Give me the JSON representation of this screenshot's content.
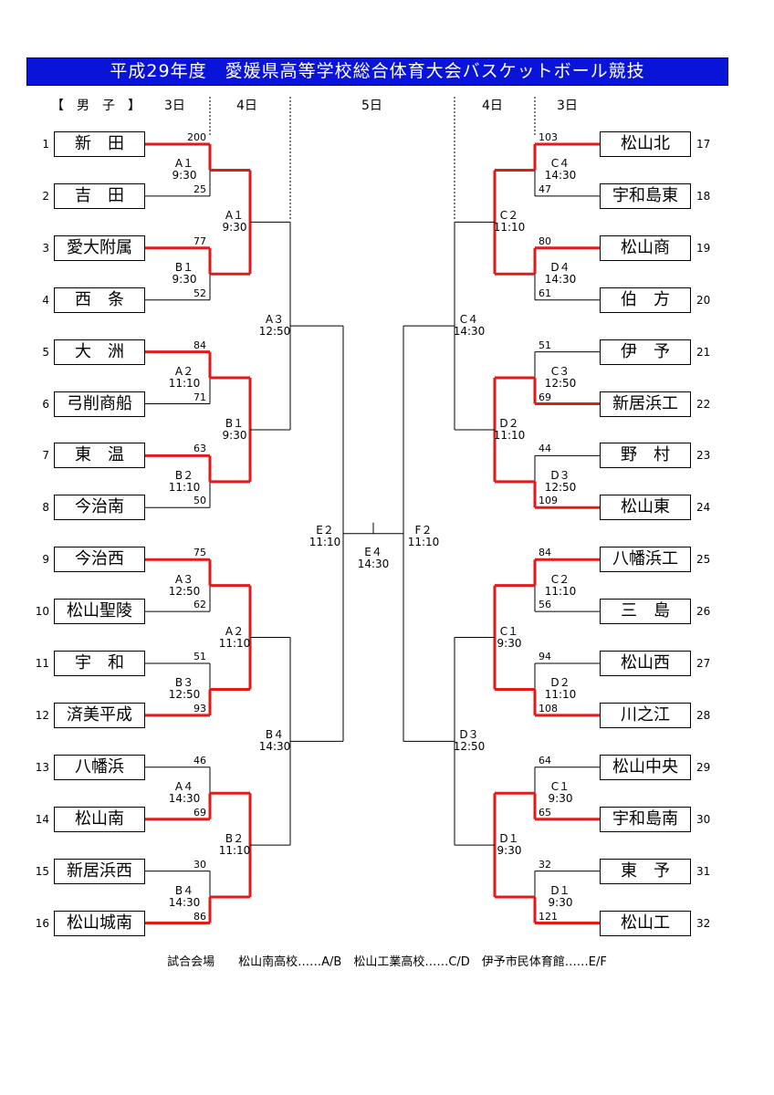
{
  "title": "平成29年度　愛媛県高等学校総合体育大会バスケットボール競技",
  "header": {
    "division": "【　男　子　】",
    "day3_left": "3日",
    "day4_left": "4日",
    "day5": "5日",
    "day4_right": "4日",
    "day3_right": "3日"
  },
  "left_teams": [
    {
      "seed": "1",
      "name": "新　田"
    },
    {
      "seed": "2",
      "name": "吉　田"
    },
    {
      "seed": "3",
      "name": "愛大附属"
    },
    {
      "seed": "4",
      "name": "西　条"
    },
    {
      "seed": "5",
      "name": "大　洲"
    },
    {
      "seed": "6",
      "name": "弓削商船"
    },
    {
      "seed": "7",
      "name": "東　温"
    },
    {
      "seed": "8",
      "name": "今治南"
    },
    {
      "seed": "9",
      "name": "今治西"
    },
    {
      "seed": "10",
      "name": "松山聖陵"
    },
    {
      "seed": "11",
      "name": "宇　和"
    },
    {
      "seed": "12",
      "name": "済美平成"
    },
    {
      "seed": "13",
      "name": "八幡浜"
    },
    {
      "seed": "14",
      "name": "松山南"
    },
    {
      "seed": "15",
      "name": "新居浜西"
    },
    {
      "seed": "16",
      "name": "松山城南"
    }
  ],
  "right_teams": [
    {
      "seed": "17",
      "name": "松山北"
    },
    {
      "seed": "18",
      "name": "宇和島東"
    },
    {
      "seed": "19",
      "name": "松山商"
    },
    {
      "seed": "20",
      "name": "伯　方"
    },
    {
      "seed": "21",
      "name": "伊　予"
    },
    {
      "seed": "22",
      "name": "新居浜工"
    },
    {
      "seed": "23",
      "name": "野　村"
    },
    {
      "seed": "24",
      "name": "松山東"
    },
    {
      "seed": "25",
      "name": "八幡浜工"
    },
    {
      "seed": "26",
      "name": "三　島"
    },
    {
      "seed": "27",
      "name": "松山西"
    },
    {
      "seed": "28",
      "name": "川之江"
    },
    {
      "seed": "29",
      "name": "松山中央"
    },
    {
      "seed": "30",
      "name": "宇和島南"
    },
    {
      "seed": "31",
      "name": "東　予"
    },
    {
      "seed": "32",
      "name": "松山工"
    }
  ],
  "left_r1": [
    {
      "label": "A１\n9:30",
      "top": "200",
      "bottom": "25",
      "winner": 0
    },
    {
      "label": "B１\n9:30",
      "top": "77",
      "bottom": "52",
      "winner": 0
    },
    {
      "label": "A２\n11:10",
      "top": "84",
      "bottom": "71",
      "winner": 0
    },
    {
      "label": "B２\n11:10",
      "top": "63",
      "bottom": "50",
      "winner": 0
    },
    {
      "label": "A３\n12:50",
      "top": "75",
      "bottom": "62",
      "winner": 0
    },
    {
      "label": "B３\n12:50",
      "top": "51",
      "bottom": "93",
      "winner": 1
    },
    {
      "label": "A４\n14:30",
      "top": "46",
      "bottom": "69",
      "winner": 1
    },
    {
      "label": "B４\n14:30",
      "top": "30",
      "bottom": "86",
      "winner": 1
    }
  ],
  "right_r1": [
    {
      "label": "C４\n14:30",
      "top": "103",
      "bottom": "47",
      "winner": 0
    },
    {
      "label": "D４\n14:30",
      "top": "80",
      "bottom": "61",
      "winner": 0
    },
    {
      "label": "C３\n12:50",
      "top": "51",
      "bottom": "69",
      "winner": 1
    },
    {
      "label": "D３\n12:50",
      "top": "44",
      "bottom": "109",
      "winner": 1
    },
    {
      "label": "C２\n11:10",
      "top": "84",
      "bottom": "56",
      "winner": 0
    },
    {
      "label": "D２\n11:10",
      "top": "94",
      "bottom": "108",
      "winner": 1
    },
    {
      "label": "C１\n9:30",
      "top": "64",
      "bottom": "65",
      "winner": 1
    },
    {
      "label": "D１\n9:30",
      "top": "32",
      "bottom": "121",
      "winner": 1
    }
  ],
  "left_r2": [
    "A１\n9:30",
    "B１\n9:30",
    "A２\n11:10",
    "B２\n11:10"
  ],
  "right_r2": [
    "C２\n11:10",
    "D２\n11:10",
    "C１\n9:30",
    "D１\n9:30"
  ],
  "left_r3": [
    "A３\n12:50",
    "B４\n14:30"
  ],
  "right_r3": [
    "C４\n14:30",
    "D３\n12:50"
  ],
  "semis": {
    "left": "E２\n11:10",
    "right": "F２\n11:10"
  },
  "final": "E４\n14:30",
  "footer": "試合会場　　松山南高校……A/B　松山工業高校……C/D　伊予市民体育館……E/F",
  "colors": {
    "banner": "#0a14d8",
    "winner_line": "#e21a1a",
    "line": "#000000"
  }
}
